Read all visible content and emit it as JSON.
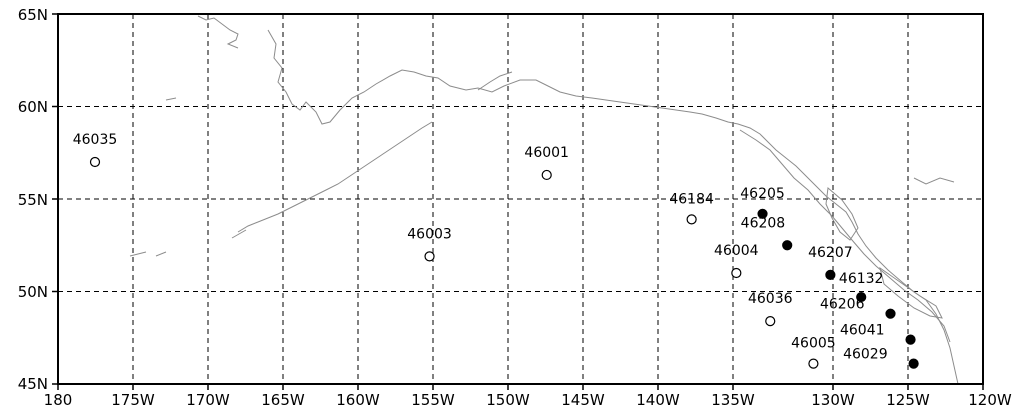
{
  "map": {
    "lon_ticks": [
      "180",
      "175W",
      "170W",
      "165W",
      "160W",
      "155W",
      "150W",
      "145W",
      "140W",
      "135W",
      "130W",
      "125W",
      "120W"
    ],
    "lat_ticks": [
      "65N",
      "60N",
      "55N",
      "50N",
      "45N"
    ],
    "stations": [
      {
        "id": "46035",
        "lon": -177.6,
        "lat": 57.0,
        "filled": false
      },
      {
        "id": "46001",
        "lon": -148.3,
        "lat": 56.3,
        "filled": false
      },
      {
        "id": "46003",
        "lon": -155.9,
        "lat": 51.9,
        "filled": false
      },
      {
        "id": "46184",
        "lon": -138.9,
        "lat": 53.9,
        "filled": false
      },
      {
        "id": "46205",
        "lon": -134.3,
        "lat": 54.2,
        "filled": true
      },
      {
        "id": "46208",
        "lon": -132.7,
        "lat": 52.5,
        "filled": true
      },
      {
        "id": "46004",
        "lon": -136.0,
        "lat": 51.0,
        "filled": false
      },
      {
        "id": "46207",
        "lon": -129.9,
        "lat": 50.9,
        "filled": true
      },
      {
        "id": "46132",
        "lon": -127.9,
        "lat": 49.7,
        "filled": true
      },
      {
        "id": "46036",
        "lon": -133.8,
        "lat": 48.4,
        "filled": false
      },
      {
        "id": "46206",
        "lon": -126.0,
        "lat": 48.8,
        "filled": true
      },
      {
        "id": "46041",
        "lon": -124.7,
        "lat": 47.4,
        "filled": true
      },
      {
        "id": "46005",
        "lon": -131.0,
        "lat": 46.1,
        "filled": false
      },
      {
        "id": "46029",
        "lon": -124.5,
        "lat": 46.1,
        "filled": true
      }
    ]
  }
}
